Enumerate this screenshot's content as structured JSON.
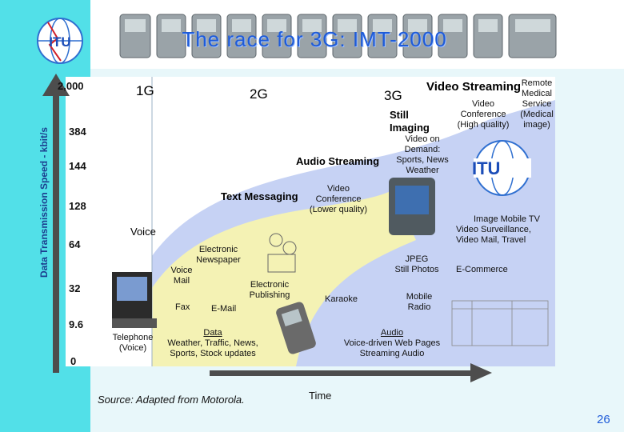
{
  "slide": {
    "title": "The race for 3G: IMT-2000",
    "page_number": "26",
    "source": "Source: Adapted from Motorola.",
    "time_label": "Time",
    "y_axis_label": "Data Transmission Speed - kbit/s",
    "logo_text": "ITU"
  },
  "y_ticks": [
    "2,000",
    "384",
    "144",
    "128",
    "64",
    "32",
    "9.6",
    "0"
  ],
  "generations": {
    "g1": "1G",
    "g2": "2G",
    "g3": "3G"
  },
  "labels": {
    "video_streaming": "Video Streaming",
    "remote_medical": [
      "Remote",
      "Medical",
      "Service",
      "(Medical",
      "image)"
    ],
    "video_conf_high": [
      "Video",
      "Conference",
      "(High quality)"
    ],
    "still_imaging": [
      "Still",
      "Imaging"
    ],
    "video_on_demand": [
      "Video on",
      "Demand:",
      "Sports, News",
      "Weather"
    ],
    "audio_streaming": "Audio Streaming",
    "text_messaging": "Text Messaging",
    "video_conf_low": [
      "Video",
      "Conference",
      "(Lower quality)"
    ],
    "image_mobile_tv": [
      "Image   Mobile TV",
      "Video Surveillance,",
      "Video Mail, Travel"
    ],
    "voice": "Voice",
    "electronic_newspaper": [
      "Electronic",
      "Newspaper"
    ],
    "jpeg": [
      "JPEG",
      "Still Photos"
    ],
    "ecommerce": "E-Commerce",
    "voice_mail": [
      "Voice",
      "Mail"
    ],
    "electronic_publishing": [
      "Electronic",
      "Publishing"
    ],
    "karaoke": "Karaoke",
    "mobile_radio": [
      "Mobile",
      "Radio"
    ],
    "fax": "Fax",
    "email": "E-Mail",
    "telephone": [
      "Telephone",
      "(Voice)"
    ],
    "data": [
      "Data",
      "Weather, Traffic, News,",
      "Sports, Stock updates"
    ],
    "audio": [
      "Audio",
      "Voice-driven Web Pages",
      "Streaming Audio"
    ]
  },
  "colors": {
    "band": "#52e0e8",
    "title": "#1e5bd8",
    "g3_area": "#c6d2f4",
    "g2_area": "#f4f2b4",
    "axis": "#4d4d4d"
  }
}
